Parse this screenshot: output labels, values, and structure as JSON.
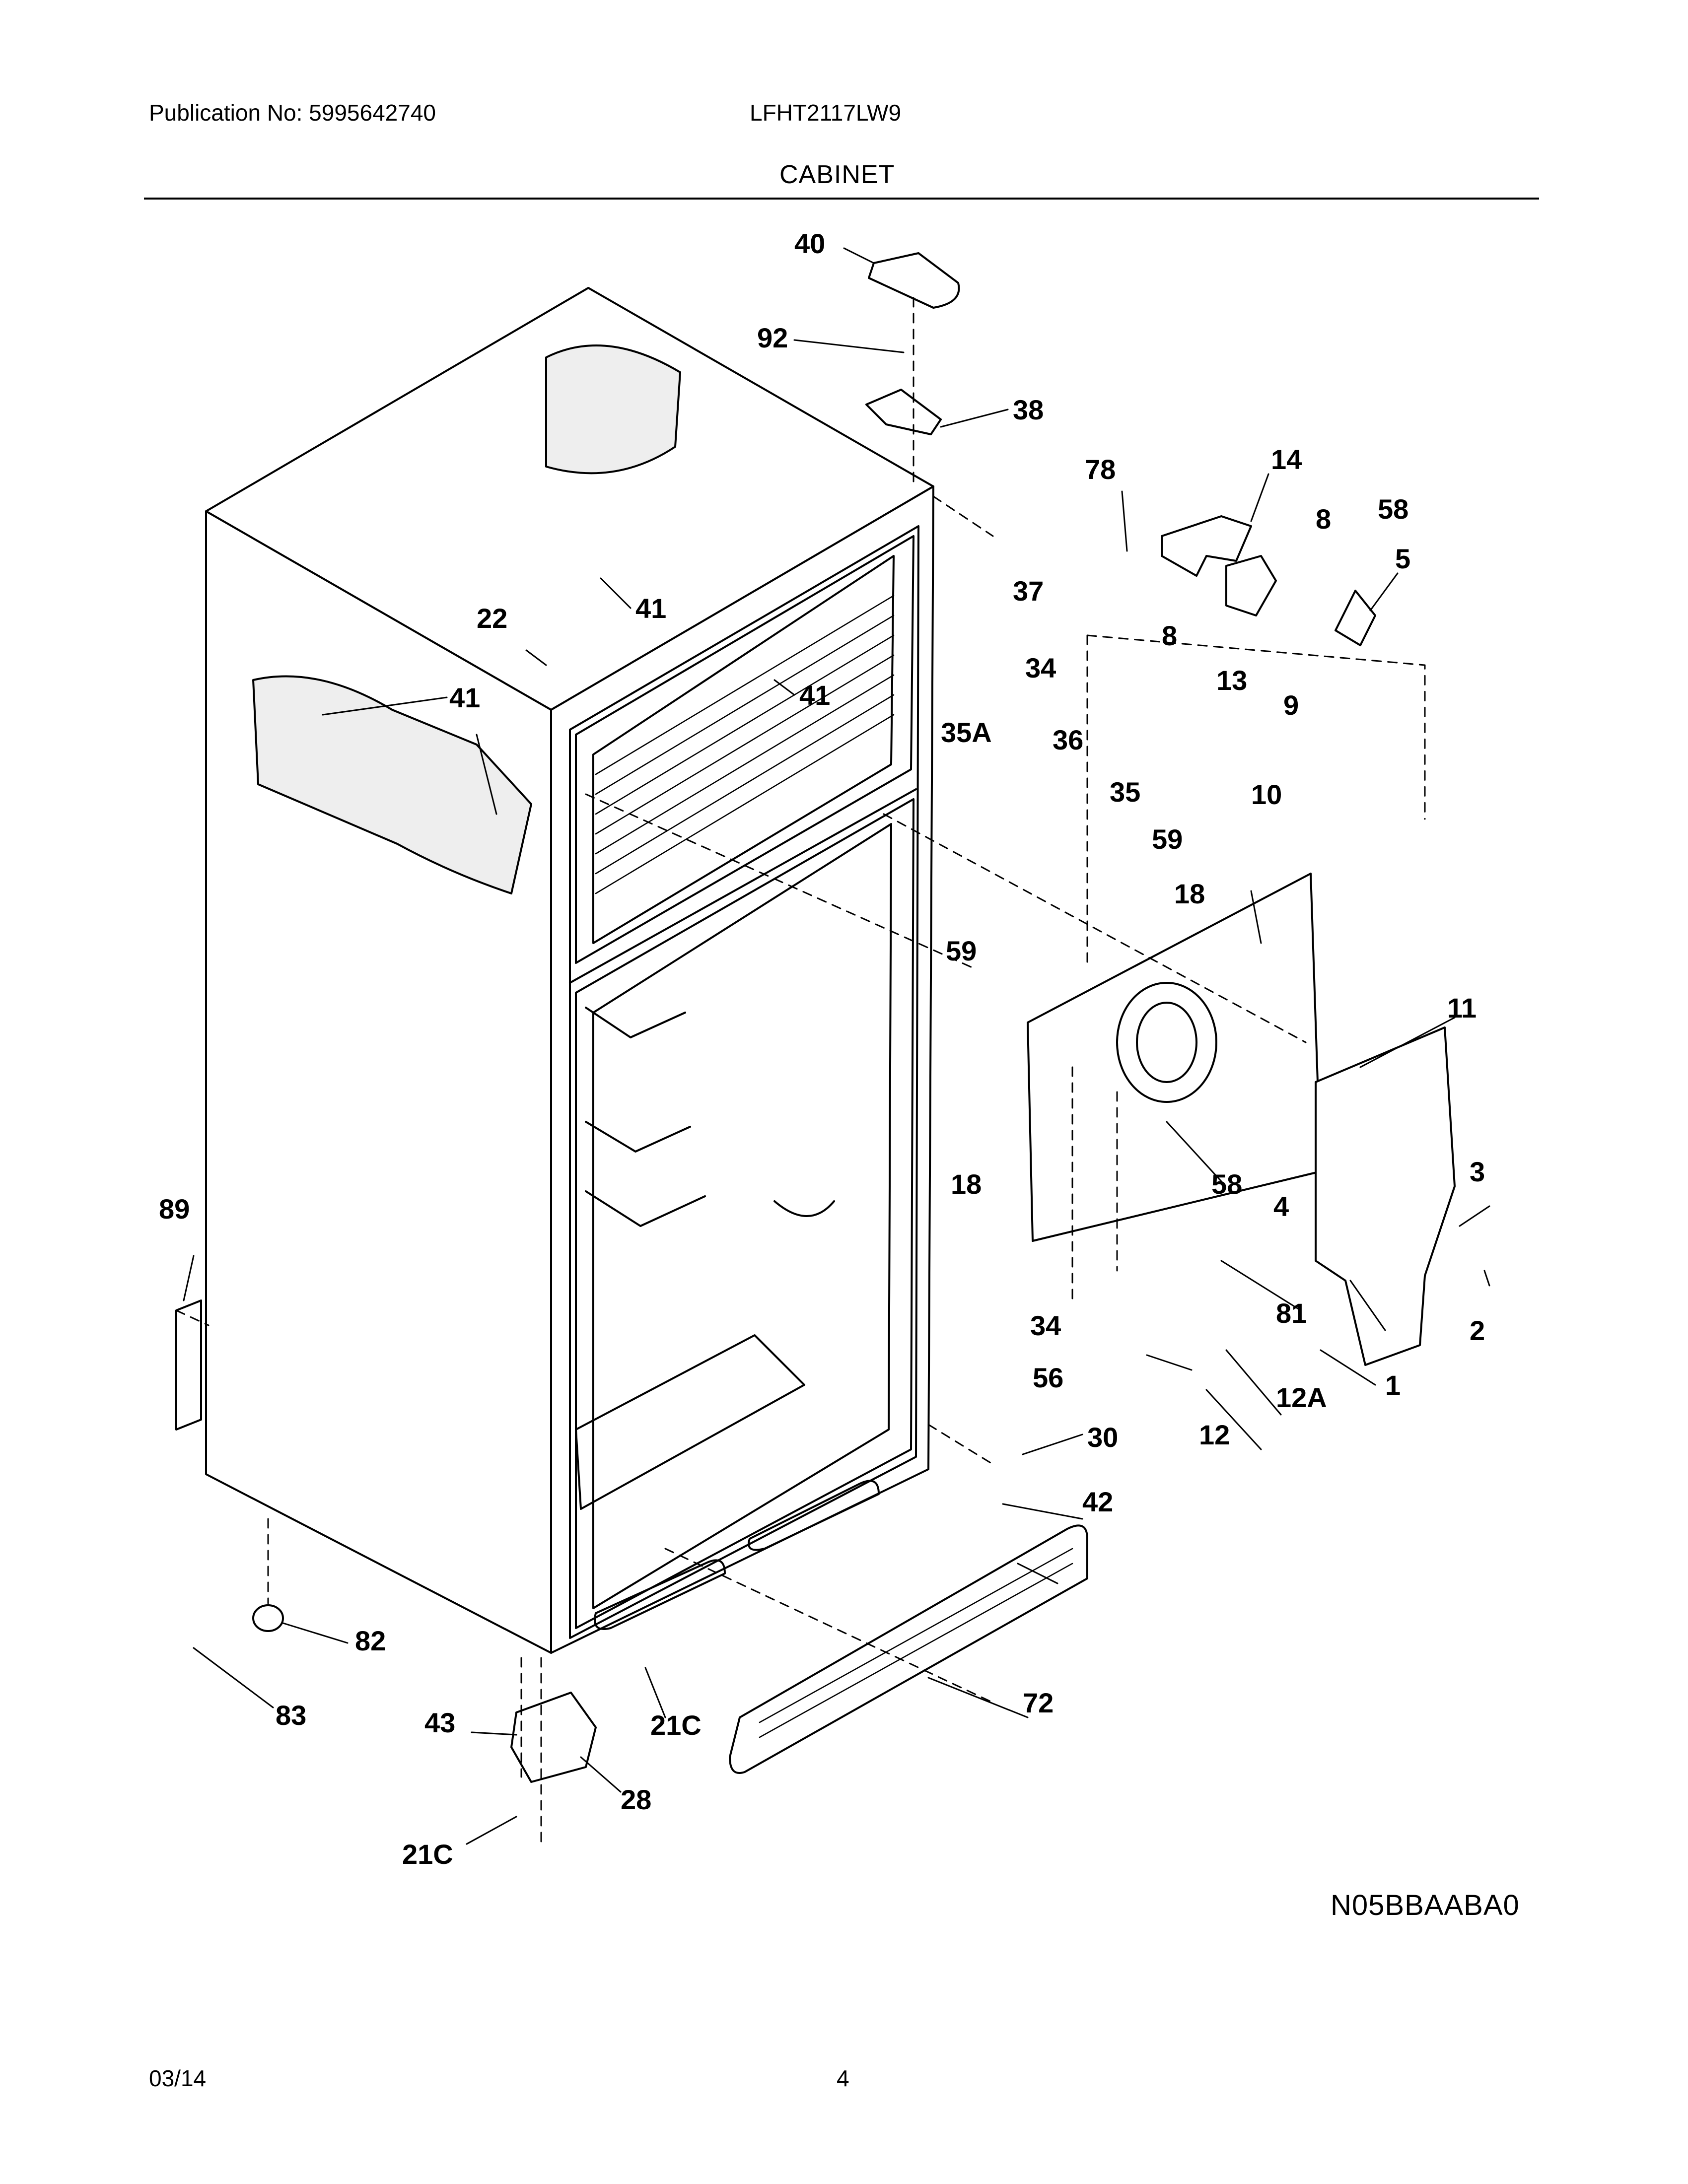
{
  "header": {
    "publication": "Publication No: 5995642740",
    "model": "LFHT2117LW9",
    "section_title": "CABINET"
  },
  "diagram": {
    "callouts": [
      "40",
      "92",
      "38",
      "78",
      "14",
      "8",
      "58",
      "5",
      "37",
      "41",
      "22",
      "41",
      "41",
      "8",
      "13",
      "9",
      "34",
      "35A",
      "36",
      "35",
      "10",
      "59",
      "18",
      "59",
      "11",
      "18",
      "58",
      "4",
      "3",
      "89",
      "81",
      "2",
      "34",
      "56",
      "12A",
      "1",
      "30",
      "12",
      "42",
      "82",
      "72",
      "83",
      "43",
      "21C",
      "28",
      "21C"
    ]
  },
  "footer": {
    "diagram_code": "N05BBAABA0",
    "date": "03/14",
    "page_number": "4"
  }
}
